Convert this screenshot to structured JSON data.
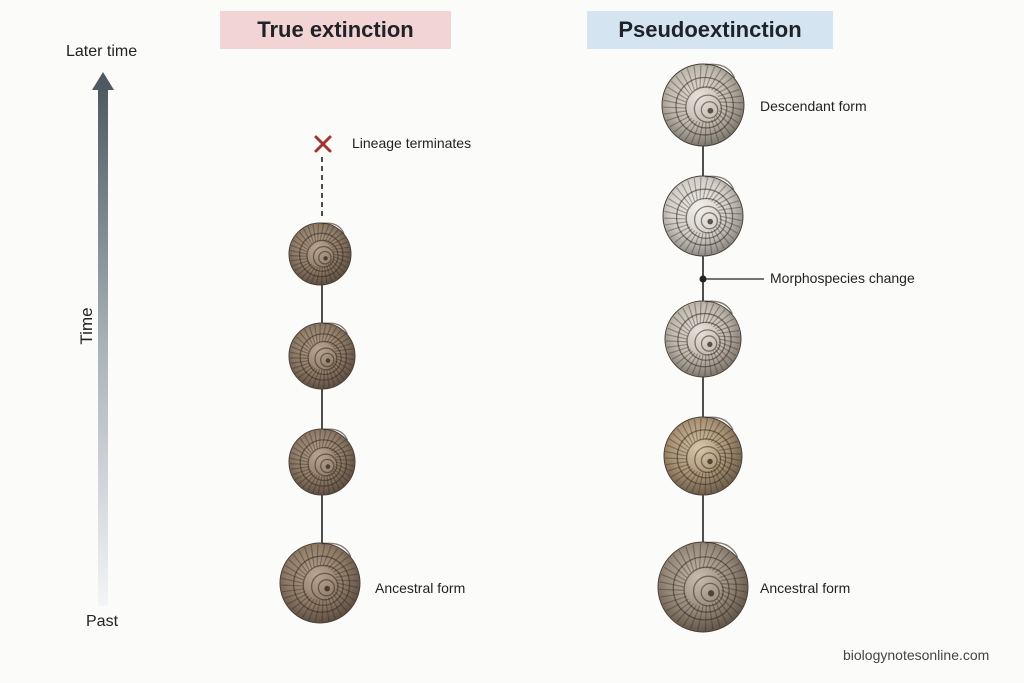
{
  "panels": {
    "true_extinction": {
      "title": "True extinction",
      "terminal_note": "Lineage terminates",
      "base_note": "Ancestral form"
    },
    "pseudoextinction": {
      "title": "Pseudoextinction",
      "top_note": "Descendant form",
      "change_note": "Morphospecies change",
      "base_note": "Ancestral form"
    }
  },
  "time_axis": {
    "top_label": "Later time",
    "axis_label": "Time",
    "bottom_label": "Past"
  },
  "credit": "biologynotesonline.com",
  "colors": {
    "true_extinction_header": "#f2d4d4",
    "pseudoextinction_header": "#d4e4f1",
    "terminate_mark": "#a3332e",
    "axis_dark": "#4e5962",
    "axis_light": "#eef1f3"
  },
  "fossils": {
    "true_extinction": [
      "ammonite-brown",
      "ammonite-brown",
      "ammonite-brown",
      "ammonite-brown"
    ],
    "pseudoextinction": [
      "ammonite-grey",
      "ammonite-grey-pale",
      "ammonite-grey",
      "ammonite-tan",
      "ammonite-grey-brown"
    ]
  }
}
